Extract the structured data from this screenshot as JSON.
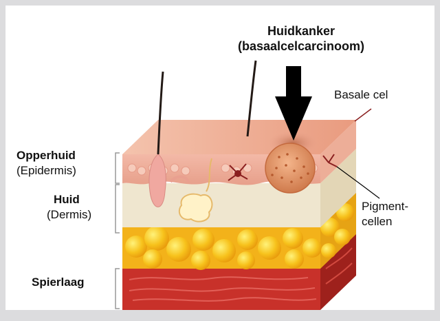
{
  "title": {
    "line1": "Huidkanker",
    "line2": "(basaalcelcarcinoom)"
  },
  "labels": {
    "basal_cell": "Basale cel",
    "epidermis_bold": "Opperhuid",
    "epidermis_latin": "(Epidermis)",
    "dermis_bold": "Huid",
    "dermis_latin": "(Dermis)",
    "pigment_line1": "Pigment-",
    "pigment_line2": "cellen",
    "muscle": "Spierlaag"
  },
  "colors": {
    "epidermis": "#f2b6a6",
    "dermis": "#efe6cf",
    "fat": "#f7c21c",
    "muscle": "#c8312a",
    "tumor": "#e69a6a",
    "arrow": "#000000"
  }
}
